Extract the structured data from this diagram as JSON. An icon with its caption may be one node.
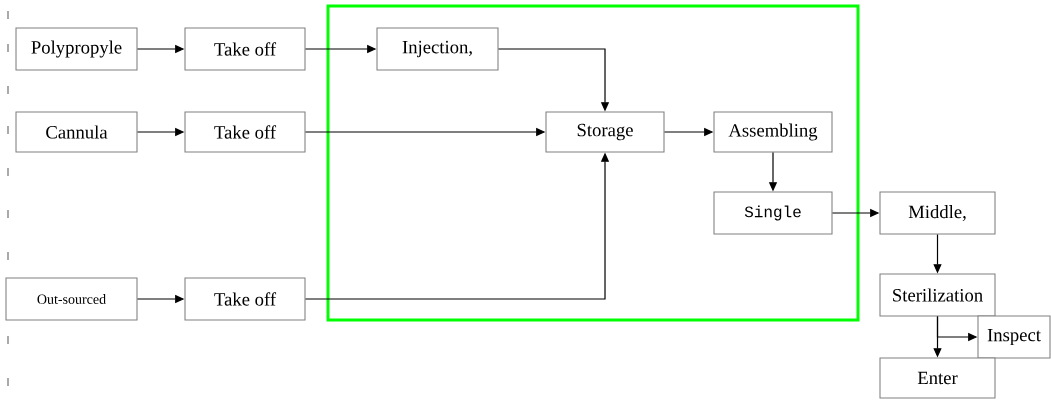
{
  "diagram": {
    "nodes": [
      {
        "text": [
          "Polypropyle"
        ]
      },
      {
        "text": [
          "Take off"
        ]
      },
      {
        "text": [
          "Cannula"
        ]
      },
      {
        "text": [
          "Take off"
        ]
      },
      {
        "text": [
          "Out-sourced"
        ]
      },
      {
        "text": [
          "Take off"
        ]
      },
      {
        "text": [],
        "shape": "box"
      },
      {
        "text": [
          "Injection,"
        ],
        "in": 6
      },
      {
        "text": [
          "Storage"
        ],
        "in": 6
      },
      {
        "text": [
          "Assembling"
        ],
        "in": 6
      },
      {
        "text": [
          "Single"
        ],
        "in": 6
      },
      {
        "text": [
          "Middle,"
        ]
      },
      {
        "text": [
          "Sterilization"
        ]
      },
      {
        "text": [
          "Inspect"
        ]
      },
      {
        "text": [
          "Enter"
        ]
      }
    ],
    "edges": [
      {
        "from": 0,
        "to": 1,
        "arrow": "to"
      },
      {
        "from": 1,
        "to": 7,
        "arrow": "to"
      },
      {
        "from": 2,
        "to": 3,
        "arrow": "to"
      },
      {
        "from": 3,
        "to": 8,
        "arrow": "to"
      },
      {
        "from": 7,
        "to": 8,
        "arrow": "to"
      },
      {
        "from": 5,
        "to": 8,
        "arrow": "to"
      },
      {
        "from": 4,
        "to": 5,
        "arrow": "to"
      },
      {
        "from": 8,
        "to": 9,
        "arrow": "to"
      },
      {
        "from": 9,
        "to": 10,
        "arrow": "to"
      },
      {
        "from": 10,
        "to": 11,
        "arrow": "to"
      },
      {
        "from": 11,
        "to": 12,
        "arrow": "to"
      },
      {
        "from": 12,
        "to": 14,
        "arrow": "to"
      },
      {
        "from": 12,
        "to": 13,
        "arrow": "to"
      }
    ]
  }
}
